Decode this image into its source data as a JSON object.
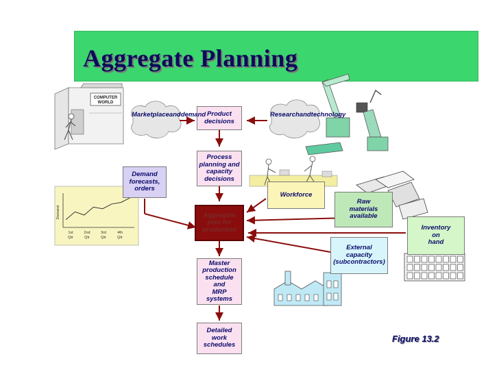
{
  "title": "Aggregate Planning",
  "figure_label": "Figure 13.2",
  "store_sign": [
    "COMPUTER",
    "WORLD"
  ],
  "boxes": {
    "product_decisions": [
      "Product",
      "decisions"
    ],
    "process_planning": [
      "Process",
      "planning and",
      "capacity",
      "decisions"
    ],
    "aggregate_plan": [
      "Aggregate",
      "plan for",
      "production"
    ],
    "master_schedule": [
      "Master",
      "production",
      "schedule and",
      "MRP",
      "systems"
    ],
    "detailed_schedules": [
      "Detailed",
      "work",
      "schedules"
    ],
    "demand_forecasts": [
      "Demand",
      "forecasts,",
      "orders"
    ],
    "workforce": [
      "Workforce"
    ],
    "raw_materials": [
      "Raw",
      "materials",
      "available"
    ],
    "inventory": [
      "Inventory",
      "on",
      "hand"
    ],
    "external_capacity": [
      "External",
      "capacity",
      "(subcontractors)"
    ]
  },
  "clouds": {
    "marketplace": [
      "Marketplace",
      "and",
      "demand"
    ],
    "research": [
      "Research",
      "and",
      "technology"
    ]
  },
  "chart_data": {
    "type": "line",
    "ylabel": "Demand",
    "categories": [
      "1st Qtr",
      "2nd Qtr",
      "3rd Qtr",
      "4th Qtr"
    ],
    "x_tick_top": [
      "1st",
      "2nd",
      "3rd",
      "4th"
    ],
    "x_tick_bottom": [
      "Qtr",
      "Qtr",
      "Qtr",
      "Qtr"
    ],
    "points_rel": [
      0.2,
      0.45,
      0.35,
      0.6,
      0.55,
      0.7,
      0.75,
      0.9
    ]
  },
  "colors": {
    "title_bar": "#3cd66e",
    "title_text": "#0b0b5a",
    "arrow": "#8a0d0d",
    "aggregate_box": "#8a0d0d"
  }
}
